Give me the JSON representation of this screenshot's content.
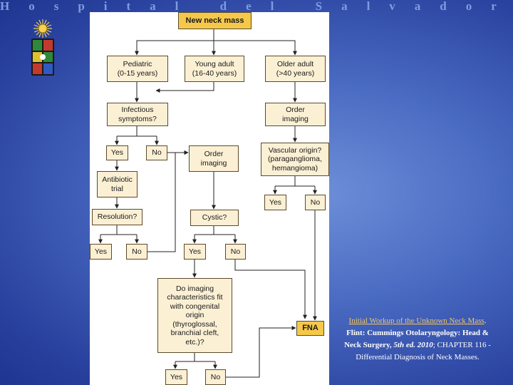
{
  "header": {
    "title": "Hospital del Salvador"
  },
  "flowchart": {
    "nodes": {
      "root": "New neck mass",
      "pediatric": "Pediatric\n(0-15 years)",
      "young": "Young adult\n(16-40 years)",
      "older": "Older adult\n(>40 years)",
      "infectious": "Infectious\nsymptoms?",
      "order_imaging_right": "Order\nimaging",
      "yes_infect": "Yes",
      "no_infect": "No",
      "order_imaging_mid": "Order\nimaging",
      "vascular": "Vascular origin?\n(paraganglioma,\nhemangioma)",
      "antibiotic": "Antibiotic\ntrial",
      "yes_vasc": "Yes",
      "no_vasc": "No",
      "resolution": "Resolution?",
      "cystic": "Cystic?",
      "yes_res": "Yes",
      "no_res": "No",
      "yes_cyst": "Yes",
      "no_cyst": "No",
      "congenital": "Do imaging\ncharacteristics fit\nwith congenital\norigin\n(thyroglossal,\nbranchial cleft,\netc.)?",
      "fna": "FNA",
      "yes_cong": "Yes",
      "no_cong": "No"
    }
  },
  "citation": {
    "link_text": "Initial Workup of the Unknown Neck Mass",
    "sep1": ".  ",
    "author": "Flint: Cummings Otolaryngology: Head & Neck Surgery, ",
    "edition": "5th ed. 2010",
    "rest": "; CHAPTER 116 - Differential Diagnosis of Neck Masses."
  },
  "colors": {
    "background": "#3a58b4",
    "header_text": "#7f9ce0",
    "node_fill": "#fbf0d4",
    "highlight_fill": "#f6c84a",
    "link": "#f2c766"
  },
  "icons": [
    "university-crest-icon"
  ]
}
